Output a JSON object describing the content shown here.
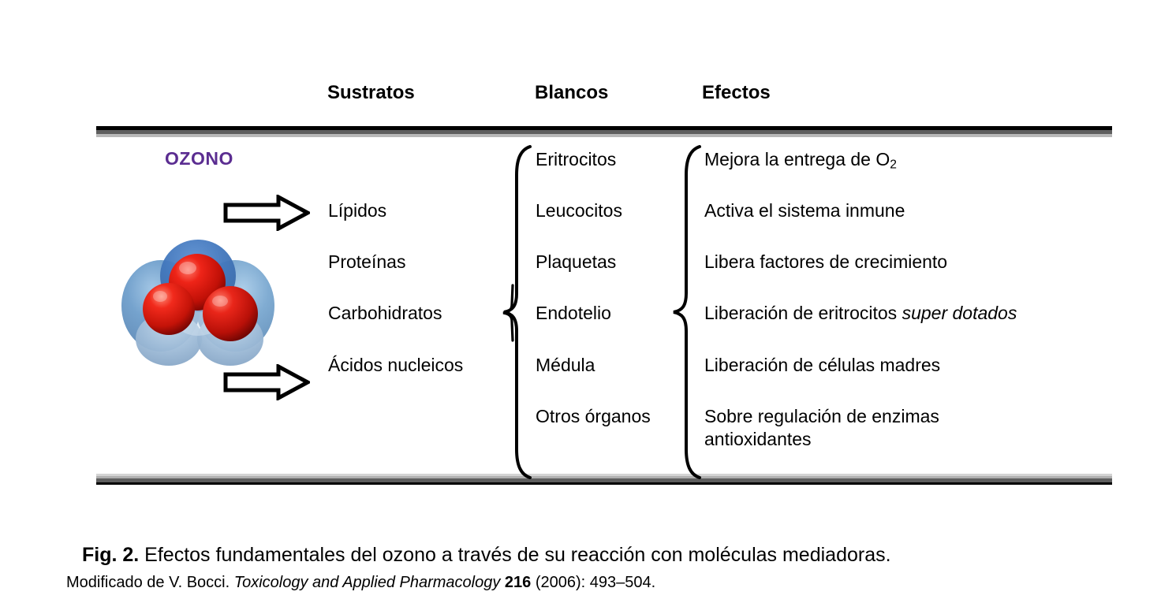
{
  "figure": {
    "headers": [
      {
        "key": "sustratos",
        "label": "Sustratos"
      },
      {
        "key": "blancos",
        "label": "Blancos"
      },
      {
        "key": "efectos",
        "label": "Efectos"
      }
    ],
    "source_label": "OZONO",
    "source_color": "#5B2D91",
    "molecule": {
      "name": "ozone-molecule",
      "atom_color": "#d01010",
      "cloud_color": "#7fa8d4",
      "atom_count": 3
    },
    "arrows": [
      {
        "name": "arrow-top",
        "direction": "right"
      },
      {
        "name": "arrow-bottom",
        "direction": "right"
      }
    ],
    "columns": {
      "sustratos": [
        "Lípidos",
        "Proteínas",
        "Carbohidratos",
        "Ácidos nucleicos"
      ],
      "blancos": [
        "Eritrocitos",
        "Leucocitos",
        "Plaquetas",
        "Endotelio",
        "Médula",
        "Otros órganos"
      ],
      "efectos": [
        {
          "text": "Mejora la entrega de O",
          "sub": "2",
          "tail": ""
        },
        {
          "text": "Activa el sistema inmune"
        },
        {
          "text": "Libera factores de crecimiento"
        },
        {
          "text": "Liberación de eritrocitos ",
          "italic": "super dotados"
        },
        {
          "text": "Liberación de células madres"
        },
        {
          "text": "Sobre regulación de enzimas antioxidantes"
        }
      ]
    },
    "braces": [
      {
        "name": "brace-sustratos",
        "group": "sustratos"
      },
      {
        "name": "brace-blancos",
        "group": "blancos"
      },
      {
        "name": "brace-efectos",
        "group": "efectos"
      }
    ]
  },
  "caption": {
    "figure_number": "Fig. 2.",
    "title": " Efectos fundamentales del ozono a través de su reacción con moléculas mediadoras.",
    "source_prefix": "Modificado de V. Bocci. ",
    "journal": "Toxicology and Applied Pharmacology",
    "volume": "216",
    "rest": " (2006): 493–504."
  }
}
